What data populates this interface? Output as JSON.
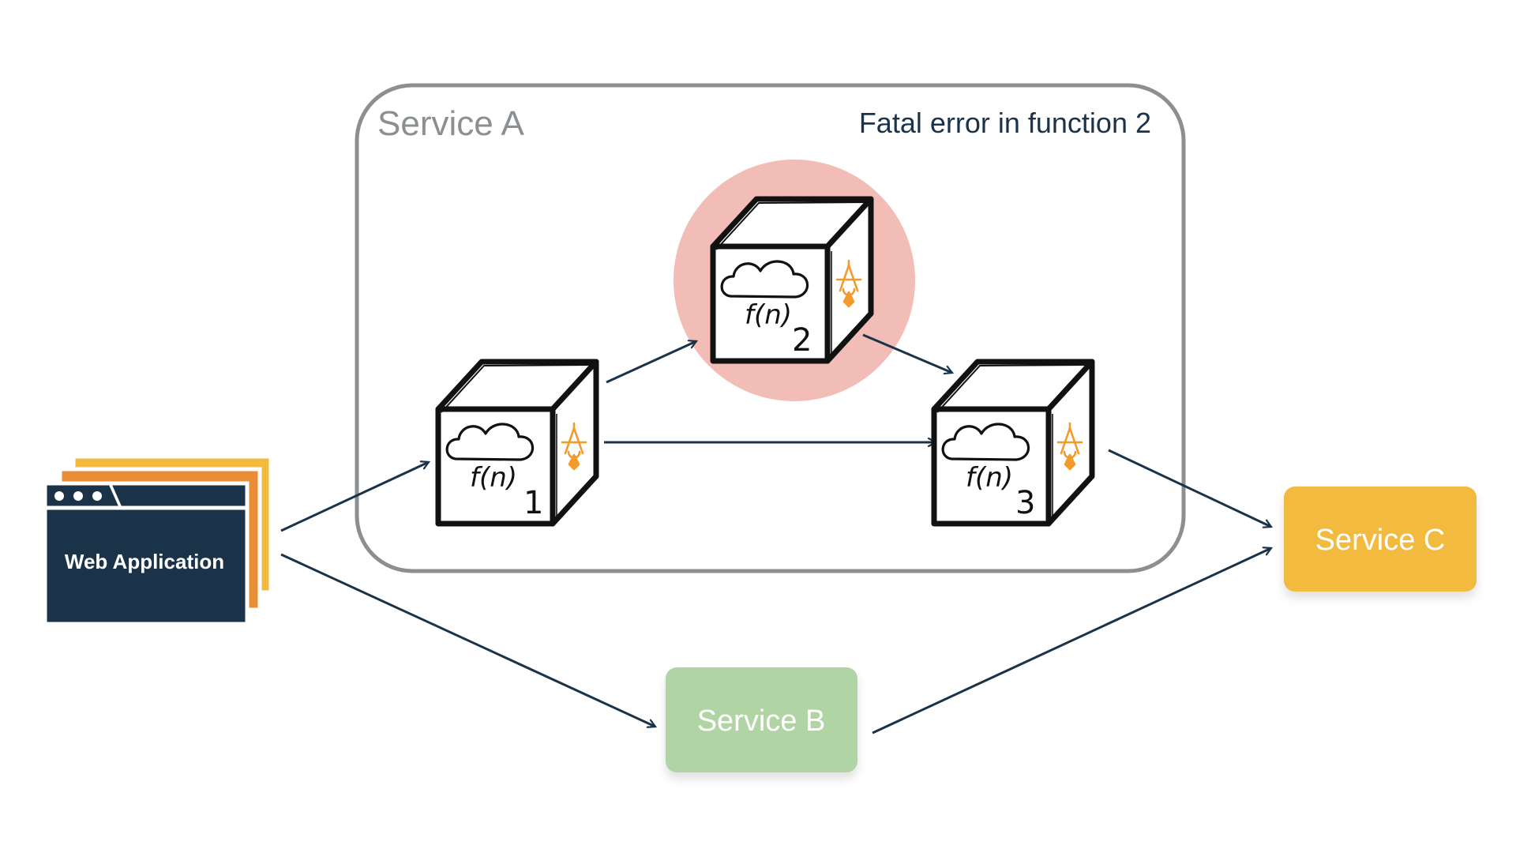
{
  "service_a": {
    "title": "Service A",
    "error_note": "Fatal error in function 2"
  },
  "functions": [
    {
      "label": "f(n)",
      "number": "1",
      "status": "ok"
    },
    {
      "label": "f(n)",
      "number": "2",
      "status": "error"
    },
    {
      "label": "f(n)",
      "number": "3",
      "status": "ok"
    }
  ],
  "web_app": {
    "label": "Web Application"
  },
  "service_b": {
    "label": "Service B"
  },
  "service_c": {
    "label": "Service C"
  },
  "icons": {
    "function_cloud": "cloud-function-icon",
    "side_logo": "orange-lambda-logo-icon",
    "browser_dots": "browser-window-dots-icon"
  },
  "colors": {
    "navy": "#1b3349",
    "service_a_border": "#8b8f92",
    "error_highlight": "#f2bcb7",
    "service_b": "#b1d4a5",
    "service_c": "#f2bb40",
    "web_app_stack_1": "#f2bb40",
    "web_app_stack_2": "#e98d36",
    "logo_orange": "#f39a2a"
  }
}
